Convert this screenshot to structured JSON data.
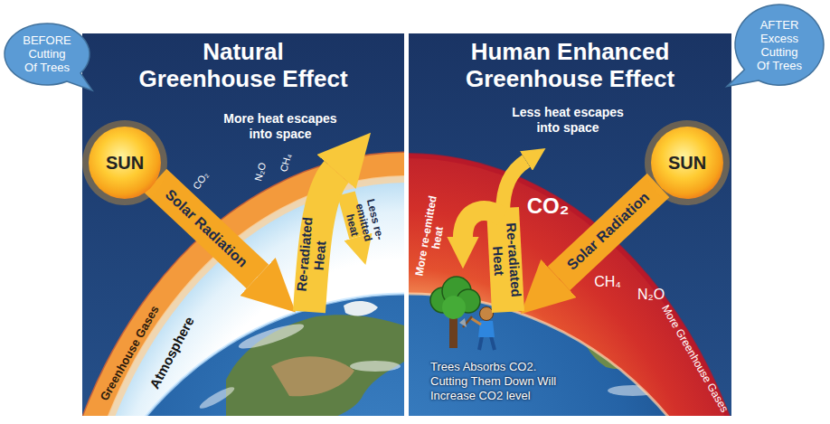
{
  "diagram": {
    "nodes": [
      {
        "text": [
          "BEFORE Cutting Of Trees"
        ]
      },
      {
        "text": [
          "Natural Greenhouse Effect"
        ]
      },
      {
        "text": [
          "SUN"
        ],
        "in": 1
      },
      {
        "text": [
          "Human Enhanced Greenhouse Effect"
        ]
      },
      {
        "text": [
          "SUN"
        ],
        "in": 3
      },
      {
        "text": [
          "AFTER Excess Cutting Of Trees"
        ]
      }
    ],
    "labels": [
      "More heat escapes into space",
      "Solar Radiation",
      "CO₂",
      "N₂O",
      "CH₄",
      "Re-radiated Heat",
      "Less re-emitted heat",
      "Greenhouse Gases",
      "Atmosphere",
      "Less heat escapes into space",
      "More re-emitted heat",
      "Re-radiated Heat",
      "CO₂",
      "Solar Radiation",
      "CH₄",
      "N₂O",
      "More Greenhouse Gases",
      "Trees Absorbs CO2. Cutting Them Down Will Increase CO2 level"
    ]
  }
}
